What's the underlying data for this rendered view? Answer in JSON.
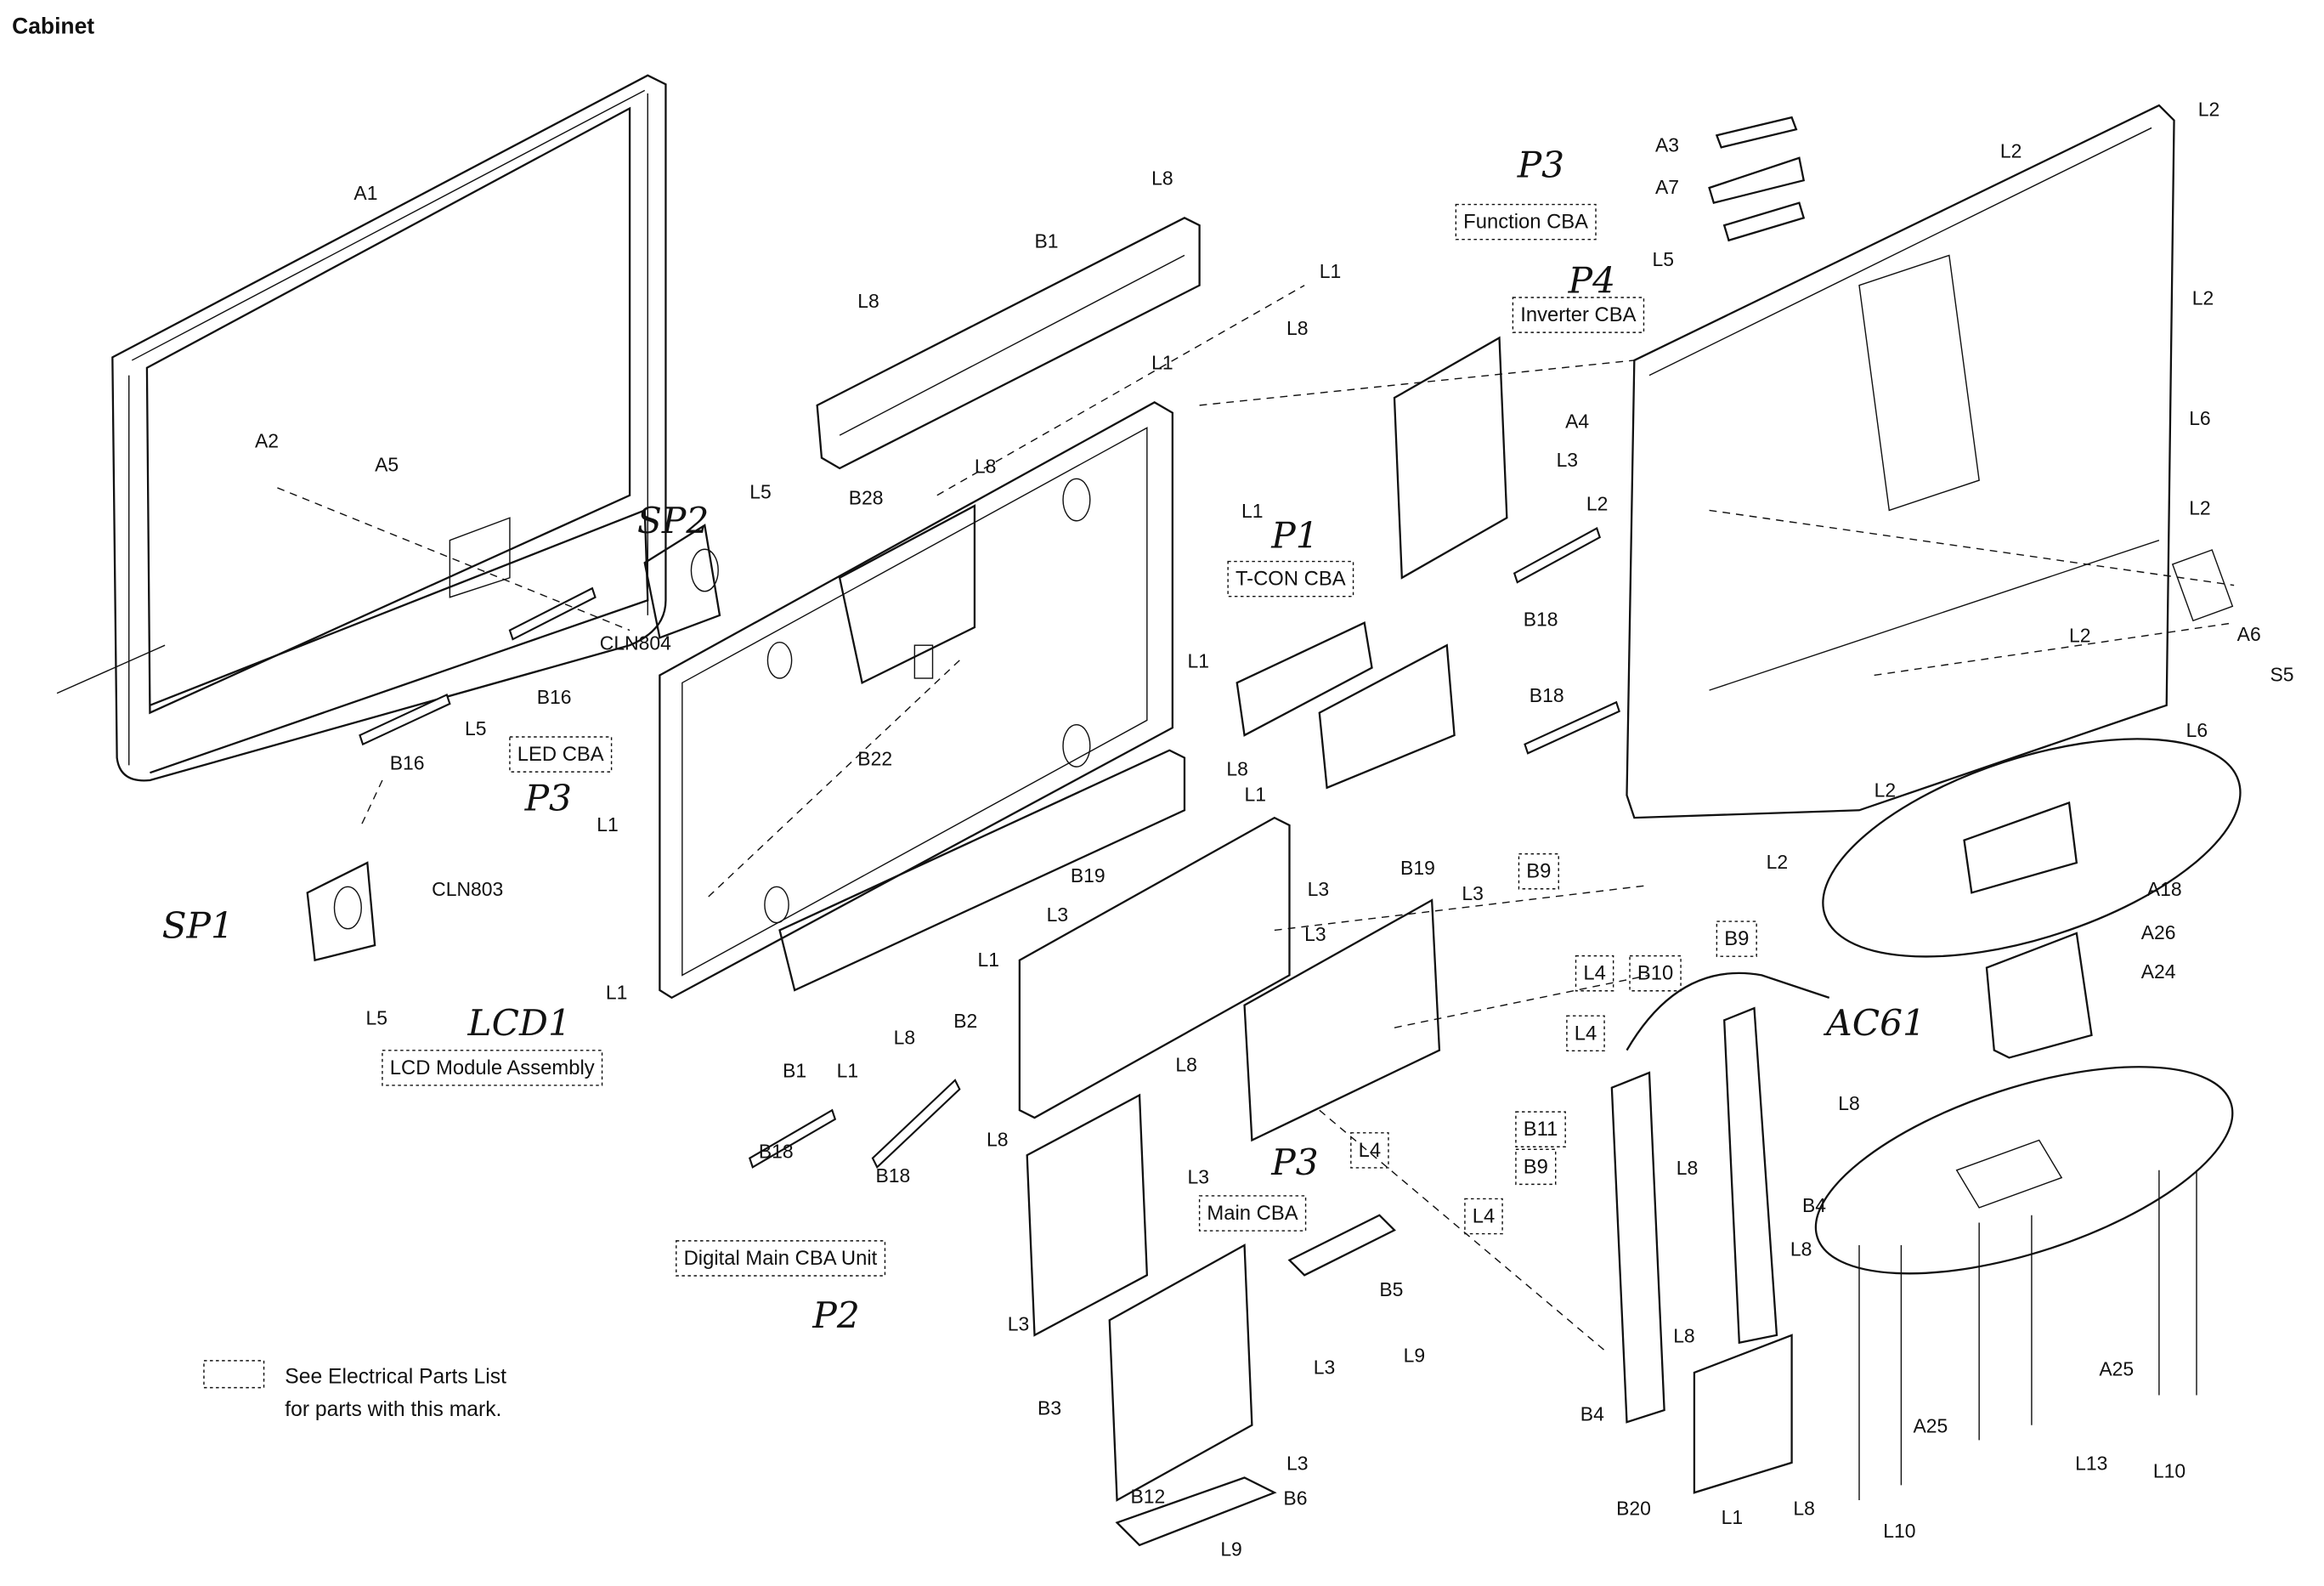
{
  "title": "Cabinet",
  "legend": {
    "line1": "See Electrical Parts List",
    "line2": "for parts with this mark."
  },
  "callouts": [
    "A1",
    "L8",
    "L1",
    "B1",
    "L8",
    "L8",
    "L1",
    "L8",
    "B28",
    "L1",
    "L1",
    "A2",
    "A5",
    "SP2",
    "L5",
    "CLN804",
    "B16",
    "L5",
    "LED CBA",
    "B16",
    "P3",
    "B22",
    "P1",
    "T-CON CBA",
    "P3",
    "Function CBA",
    "A3",
    "A7",
    "L5",
    "P4",
    "Inverter CBA",
    "L3",
    "B18",
    "B18",
    "A4",
    "L2",
    "L2",
    "L2",
    "L2",
    "L6",
    "L2",
    "A6",
    "S5",
    "L2",
    "L6",
    "L2",
    "L2",
    "L1",
    "L8",
    "L1",
    "B19",
    "B19",
    "L3",
    "L3",
    "L3",
    "L1",
    "L3",
    "B9",
    "B9",
    "L4",
    "B10",
    "L4",
    "AC61",
    "SP1",
    "CLN803",
    "L5",
    "LCD1",
    "LCD Module Assembly",
    "L1",
    "B2",
    "L8",
    "B1",
    "L1",
    "L8",
    "B18",
    "B18",
    "L8",
    "L3",
    "Digital Main CBA Unit",
    "P2",
    "L3",
    "B3",
    "L3",
    "L3",
    "B12",
    "B6",
    "L9",
    "Main CBA",
    "P3",
    "L4",
    "B11",
    "B9",
    "L4",
    "B5",
    "L9",
    "A18",
    "A26",
    "A24",
    "L8",
    "L8",
    "B4",
    "L8",
    "L8",
    "B4",
    "B20",
    "L1",
    "L8",
    "A25",
    "A25",
    "L13",
    "L10",
    "L10"
  ]
}
